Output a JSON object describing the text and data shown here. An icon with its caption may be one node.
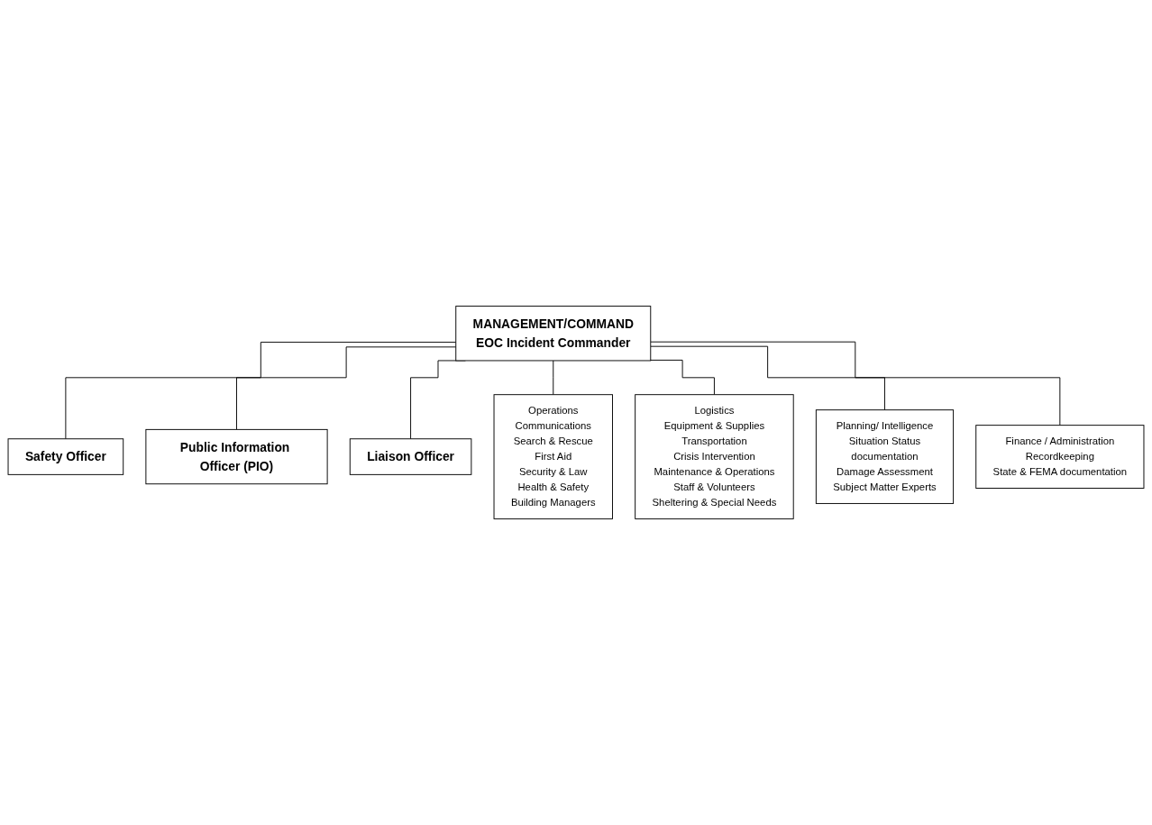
{
  "diagram": {
    "nodes": [
      {
        "text": [
          "MANAGEMENT/COMMAND",
          "EOC Incident Commander"
        ]
      },
      {
        "text": [
          "Safety Officer"
        ]
      },
      {
        "text": [
          "Public Information Officer (PIO)"
        ]
      },
      {
        "text": [
          "Liaison Officer"
        ]
      },
      {
        "text": [
          "Operations",
          "Communications",
          "Search & Rescue",
          "First Aid",
          "Security & Law",
          "Health & Safety",
          "Building Managers"
        ]
      },
      {
        "text": [
          "Logistics",
          "Equipment & Supplies",
          "Transportation",
          "Crisis Intervention",
          "Maintenance & Operations",
          "Staff & Volunteers",
          "Sheltering & Special Needs"
        ]
      },
      {
        "text": [
          "Planning/ Intelligence",
          "Situation Status",
          "documentation",
          "Damage Assessment",
          "Subject Matter Experts"
        ]
      },
      {
        "text": [
          "Finance / Administration",
          "Recordkeeping",
          "State & FEMA documentation"
        ]
      }
    ],
    "edges": [
      {
        "from": 0,
        "to": 1,
        "arrow": "none"
      },
      {
        "from": 0,
        "to": 2,
        "arrow": "none"
      },
      {
        "from": 0,
        "to": 3,
        "arrow": "none"
      },
      {
        "from": 0,
        "to": 4,
        "arrow": "none"
      },
      {
        "from": 0,
        "to": 5,
        "arrow": "none"
      },
      {
        "from": 0,
        "to": 6,
        "arrow": "none"
      },
      {
        "from": 0,
        "to": 7,
        "arrow": "none"
      }
    ]
  }
}
